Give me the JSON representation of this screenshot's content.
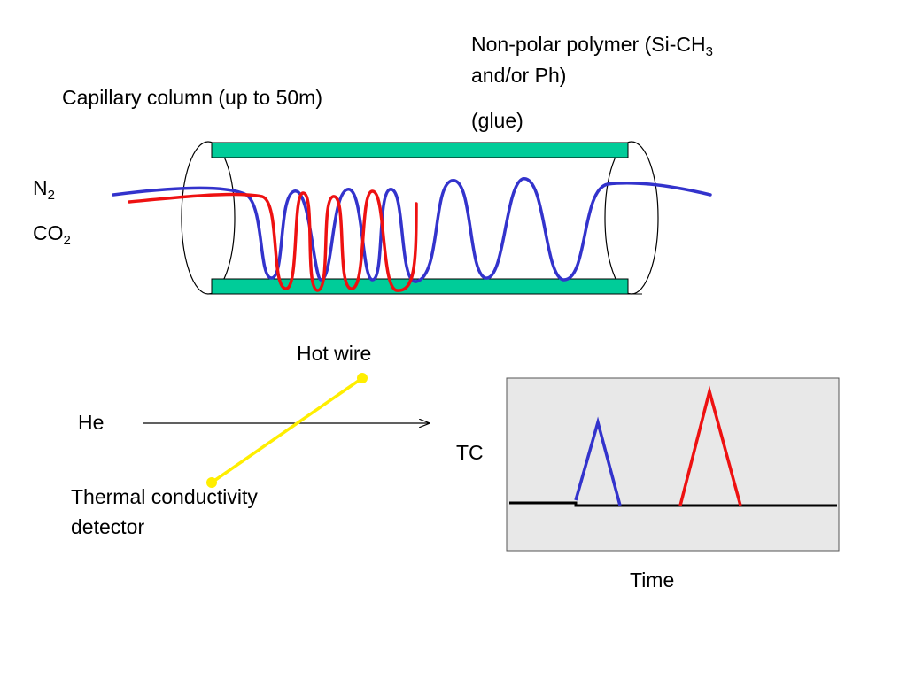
{
  "column": {
    "title": "Capillary column (up to 50m)",
    "polymer_line1_prefix": "Non-polar polymer (Si-CH",
    "polymer_line1_sub": "3",
    "polymer_line2": "and/or Ph)",
    "glue": "(glue)"
  },
  "gases": {
    "n2_base": "N",
    "n2_sub": "2",
    "co2_base": "CO",
    "co2_sub": "2"
  },
  "detector": {
    "hot_wire": "Hot wire",
    "carrier": "He",
    "name_line1": "Thermal conductivity",
    "name_line2": "detector"
  },
  "chromatogram": {
    "ylabel": "TC",
    "xlabel": "Time"
  },
  "colors": {
    "n2_trace": "#3333cc",
    "co2_trace": "#ee1111",
    "column_wall": "#00cc99",
    "hot_wire": "#ffee00",
    "plot_background": "#e8e8e8"
  }
}
